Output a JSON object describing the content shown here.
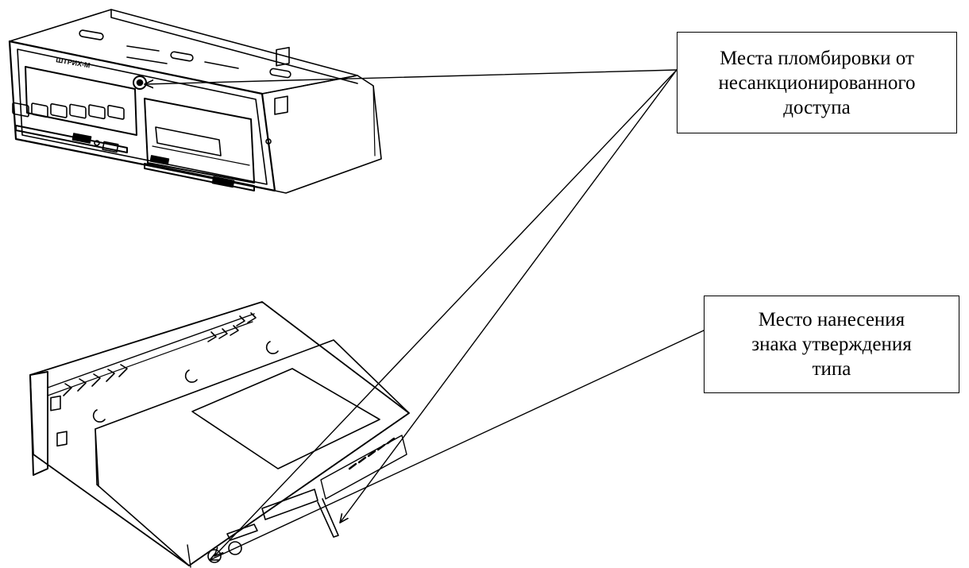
{
  "callouts": {
    "seal_locations": {
      "lines": [
        "Места пломбировки от",
        "несанкционированного",
        "доступа"
      ]
    },
    "type_approval_mark": {
      "lines": [
        "Место нанесения",
        "знака утверждения",
        "типа"
      ]
    }
  },
  "device_label": "ШТРИХ-М",
  "colors": {
    "ink": "#000000",
    "background": "#ffffff"
  }
}
